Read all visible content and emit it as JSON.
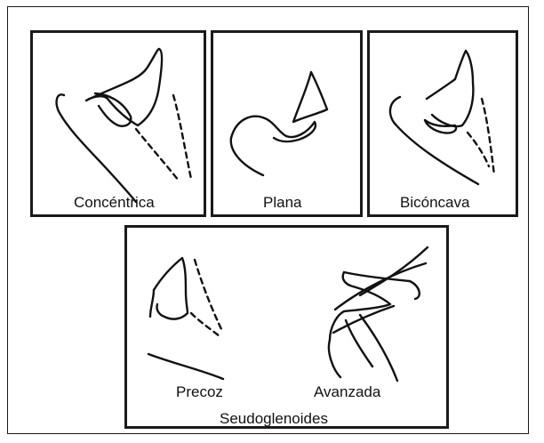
{
  "panels": {
    "concentrica": {
      "label": "Concéntrica"
    },
    "plana": {
      "label": "Plana"
    },
    "biconcava": {
      "label": "Bicóncava"
    },
    "seudoglenoides": {
      "label": "Seudoglenoides",
      "precoz": "Precoz",
      "avanzada": "Avanzada"
    }
  }
}
